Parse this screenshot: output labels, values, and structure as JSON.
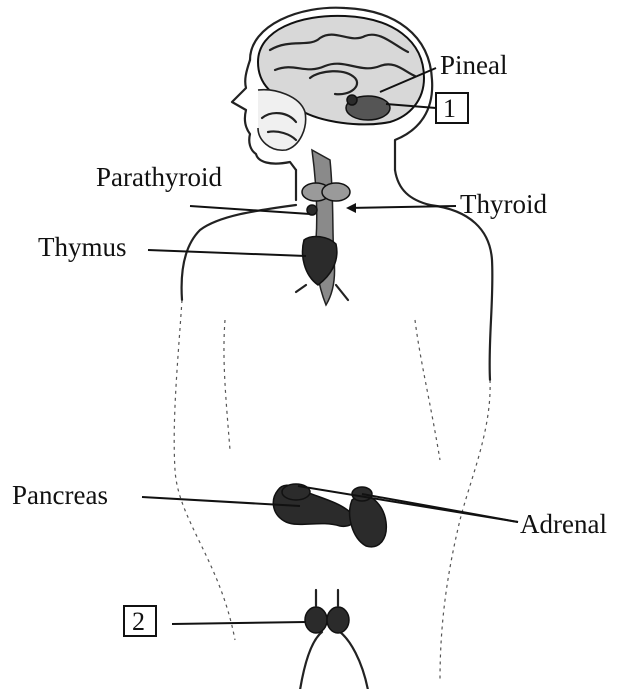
{
  "labels": {
    "pineal": "Pineal",
    "box1": "1",
    "parathyroid": "Parathyroid",
    "thyroid": "Thyroid",
    "thymus": "Thymus",
    "pancreas": "Pancreas",
    "adrenal": "Adrenal",
    "box2": "2"
  }
}
